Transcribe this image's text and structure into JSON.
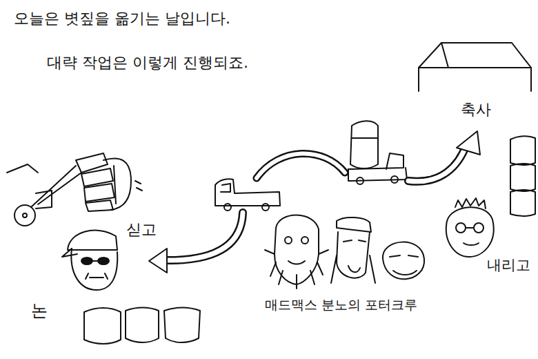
{
  "diagram": {
    "title": "오늘은 볏짚을 옮기는 날입니다.",
    "labels": [
      "대략 작업은 이렇게 진행되죠.",
      "축사",
      "싣고",
      "내리고",
      "논",
      "매드맥스 분노의 포터크루"
    ]
  }
}
